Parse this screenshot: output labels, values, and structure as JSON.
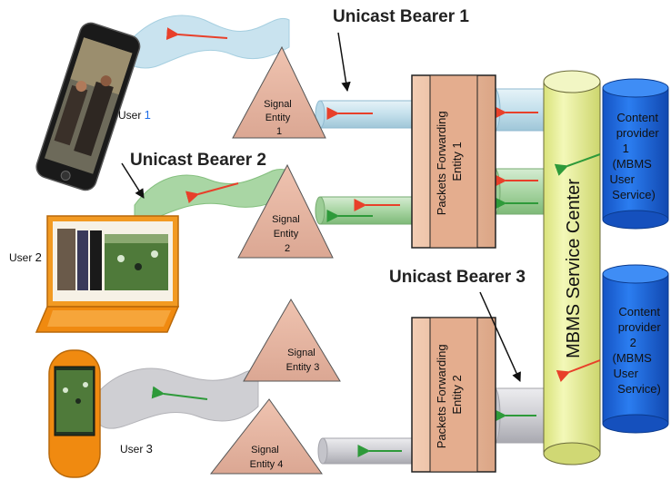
{
  "bearers": {
    "unicast_1": "Unicast Bearer 1",
    "unicast_2": "Unicast Bearer 2",
    "unicast_3": "Unicast Bearer 3"
  },
  "users": {
    "user_1": {
      "prefix": "User ",
      "number": "1"
    },
    "user_2": {
      "prefix": "User ",
      "number": "2"
    },
    "user_3": {
      "prefix": "User ",
      "number": "3"
    }
  },
  "signal_entities": {
    "se1": [
      "Signal",
      "Entity",
      "1"
    ],
    "se2": [
      "Signal",
      "Entity",
      "2"
    ],
    "se3": [
      "Signal",
      "Entity 3"
    ],
    "se4": [
      "Signal",
      "Entity 4"
    ]
  },
  "packet_forwarding": {
    "pfe1": [
      "Packets Forwarding",
      "Entity 1"
    ],
    "pfe2": [
      "Packets Forwarding",
      "Entity 2"
    ]
  },
  "service_center": "MBMS Service Center",
  "content_providers": {
    "cp1": [
      "Content",
      "provider",
      "1",
      "(MBMS",
      "User",
      "Service)"
    ],
    "cp2": [
      "Content",
      "provider",
      "2",
      "(MBMS",
      "User",
      "Service)"
    ]
  },
  "colors": {
    "triangle_fill": "#e8b5a0",
    "pfe_fill": "#e8b898",
    "service_center_fill": "#ebf2a0",
    "provider_fill": "#1f6ee8",
    "pipe_blue": "#c9e3ef",
    "pipe_green": "#a9d6a4",
    "pipe_gray": "#cfcfd3",
    "arrow_red": "#e8402a",
    "arrow_green": "#2e9a3a",
    "device_orange": "#f08a10"
  }
}
